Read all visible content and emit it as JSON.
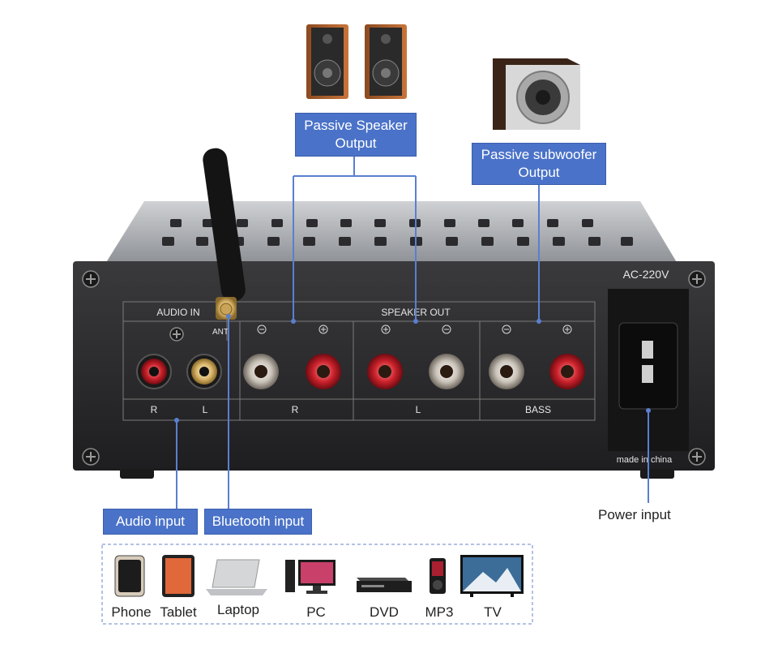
{
  "callouts": {
    "passive_speaker": [
      "Passive Speaker",
      "Output"
    ],
    "passive_subwoofer": [
      "Passive subwoofer",
      "Output"
    ],
    "audio_input": "Audio input",
    "bluetooth_input": "Bluetooth input",
    "power_input": "Power input"
  },
  "panel": {
    "audio_in": "AUDIO IN",
    "speaker_out": "SPEAKER OUT",
    "ant": "ANT",
    "ac": "AC-220V",
    "made_in": "made in china",
    "rca_r": "R",
    "rca_l": "L",
    "spk_r": "R",
    "spk_l": "L",
    "bass": "BASS"
  },
  "devices": [
    {
      "label": "Phone",
      "icon": "phone-icon"
    },
    {
      "label": "Tablet",
      "icon": "tablet-icon"
    },
    {
      "label": "Laptop",
      "icon": "laptop-icon"
    },
    {
      "label": "PC",
      "icon": "pc-icon"
    },
    {
      "label": "DVD",
      "icon": "dvd-icon"
    },
    {
      "label": "MP3",
      "icon": "mp3-icon"
    },
    {
      "label": "TV",
      "icon": "tv-icon"
    }
  ],
  "colors": {
    "callout_blue": "#4a72c8",
    "leader_line": "#5a7fd0",
    "chassis": "#2a2a2c"
  }
}
